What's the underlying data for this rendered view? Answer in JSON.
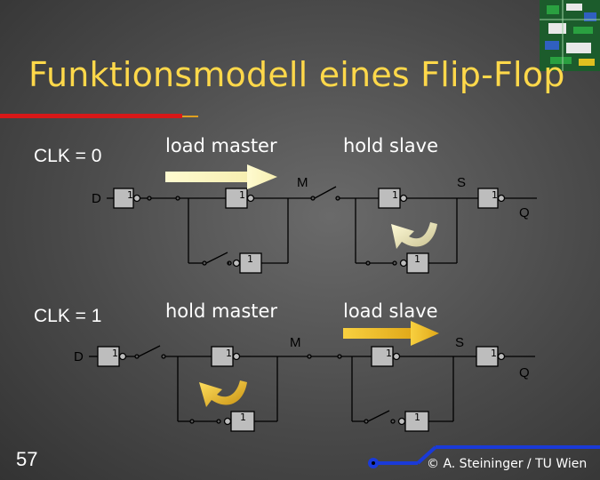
{
  "title": "Funktionsmodell eines Flip-Flop",
  "rows": [
    {
      "clk_label": "CLK = 0",
      "master_state": "load master",
      "slave_state": "hold slave"
    },
    {
      "clk_label": "CLK = 1",
      "master_state": "hold master",
      "slave_state": "load slave"
    }
  ],
  "circuit": {
    "input_label": "D",
    "output_label": "Q",
    "master_label": "M",
    "slave_label": "S",
    "gate_label": "1"
  },
  "colors": {
    "title": "#ffd84a",
    "accent_red": "#d81818",
    "arrow_cream": "#fffbd0",
    "arrow_yellow": "#f0c020",
    "footer_blue": "#1a3ad8"
  },
  "footer": {
    "page_number": "57",
    "copyright": "© A. Steininger / TU Wien"
  }
}
